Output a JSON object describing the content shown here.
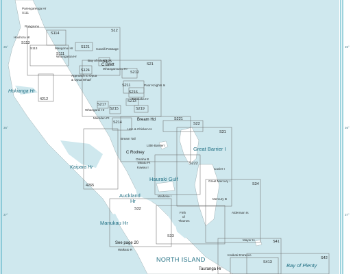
{
  "colors": {
    "sea": "#cfe8ee",
    "land": "#ffffff",
    "frame": "#5fb7c9",
    "chart_box": "#6e6e6e",
    "label_teal": "#1f6e82"
  },
  "graticule": {
    "left": [
      "35°",
      "36°",
      "37°"
    ],
    "right": [
      "35°",
      "36°",
      "37°"
    ]
  },
  "chart_index": [
    {
      "id": "S12",
      "label": "S12"
    },
    {
      "id": "S21",
      "label": "S21"
    },
    {
      "id": "S22",
      "label": "S22"
    },
    {
      "id": "S221",
      "label": "S221"
    },
    {
      "id": "S222",
      "label": "S222"
    },
    {
      "id": "S31",
      "label": "S31"
    },
    {
      "id": "S34",
      "label": "S34"
    },
    {
      "id": "S41",
      "label": "S41"
    },
    {
      "id": "S413",
      "label": "S413"
    },
    {
      "id": "S42",
      "label": "S42"
    },
    {
      "id": "S32",
      "label": "S32"
    },
    {
      "id": "S33",
      "label": "S33"
    },
    {
      "id": "S114",
      "label": "S114"
    },
    {
      "id": "S113",
      "label": "S113"
    },
    {
      "id": "S111",
      "label": "S111"
    },
    {
      "id": "S121",
      "label": "S121"
    },
    {
      "id": "S124",
      "label": "S124"
    },
    {
      "id": "S125",
      "label": "S125"
    },
    {
      "id": "S212",
      "label": "S212"
    },
    {
      "id": "S211",
      "label": "S211"
    },
    {
      "id": "S216",
      "label": "S216"
    },
    {
      "id": "S213",
      "label": "S213"
    },
    {
      "id": "S217",
      "label": "S217"
    },
    {
      "id": "S215",
      "label": "S215"
    },
    {
      "id": "S219",
      "label": "S219"
    },
    {
      "id": "S214",
      "label": "S214"
    },
    {
      "id": "4212",
      "label": "4212"
    },
    {
      "id": "4265",
      "label": "4265"
    }
  ],
  "places": {
    "parengarenga": "Parengarenga Hr",
    "s111_top": "S111",
    "rangaunu": "Rangaunu",
    "houhora": "Houhora Hr",
    "mangonui": "Mangonui Hr",
    "s113_label": "S113",
    "whangaroa": "Whangaroa Hr",
    "cavalli": "Cavalli Passage",
    "brett": "C Brett",
    "whangamumu": "Whangamumu Hr",
    "bay": "Bay of Islands",
    "opua": "Approach to Opua",
    "opua_wharf": "& Opua Wharf",
    "hokianga": "Hokianga Hr",
    "poor_knights": "Poor Knights Is",
    "tutukaka": "Tutukaka Hr",
    "whangarei": "Whangarei Hr",
    "marsden": "Marsden Pt",
    "bream_hd": "Bream Hd",
    "hen_chicken": "Hen & Chicken Is",
    "bream_tail": "Bream Tail",
    "little_barrier": "Little Barrier I",
    "great_barrier": "Great Barrier I",
    "kaipara": "Kaipara Hr",
    "rodney": "C Rodney",
    "omaha": "Omaha B",
    "tutukaka_pt": "Takatu Pt",
    "kawau": "Kawau I",
    "cuvier": "Cuvier I",
    "great_mercury": "Great Mercury I",
    "hauraki": "Hauraki Gulf",
    "auckland": "Auckland",
    "auckland_hr": "Hr",
    "waiheke": "Waiheke I",
    "mercury_b": "Mercury B",
    "firth": "Firth",
    "firth_of": "of",
    "thames": "Thames",
    "alderman": "Alderman Is",
    "manukau": "Manukau Hr",
    "see_page": "See page 20",
    "waikato": "Waikato R",
    "mayor": "Mayor Is",
    "north_island": "NORTH ISLAND",
    "katikati": "Katikati Entrance",
    "tauranga": "Tauranga Hr",
    "bay_of_plenty": "Bay of Plenty"
  }
}
